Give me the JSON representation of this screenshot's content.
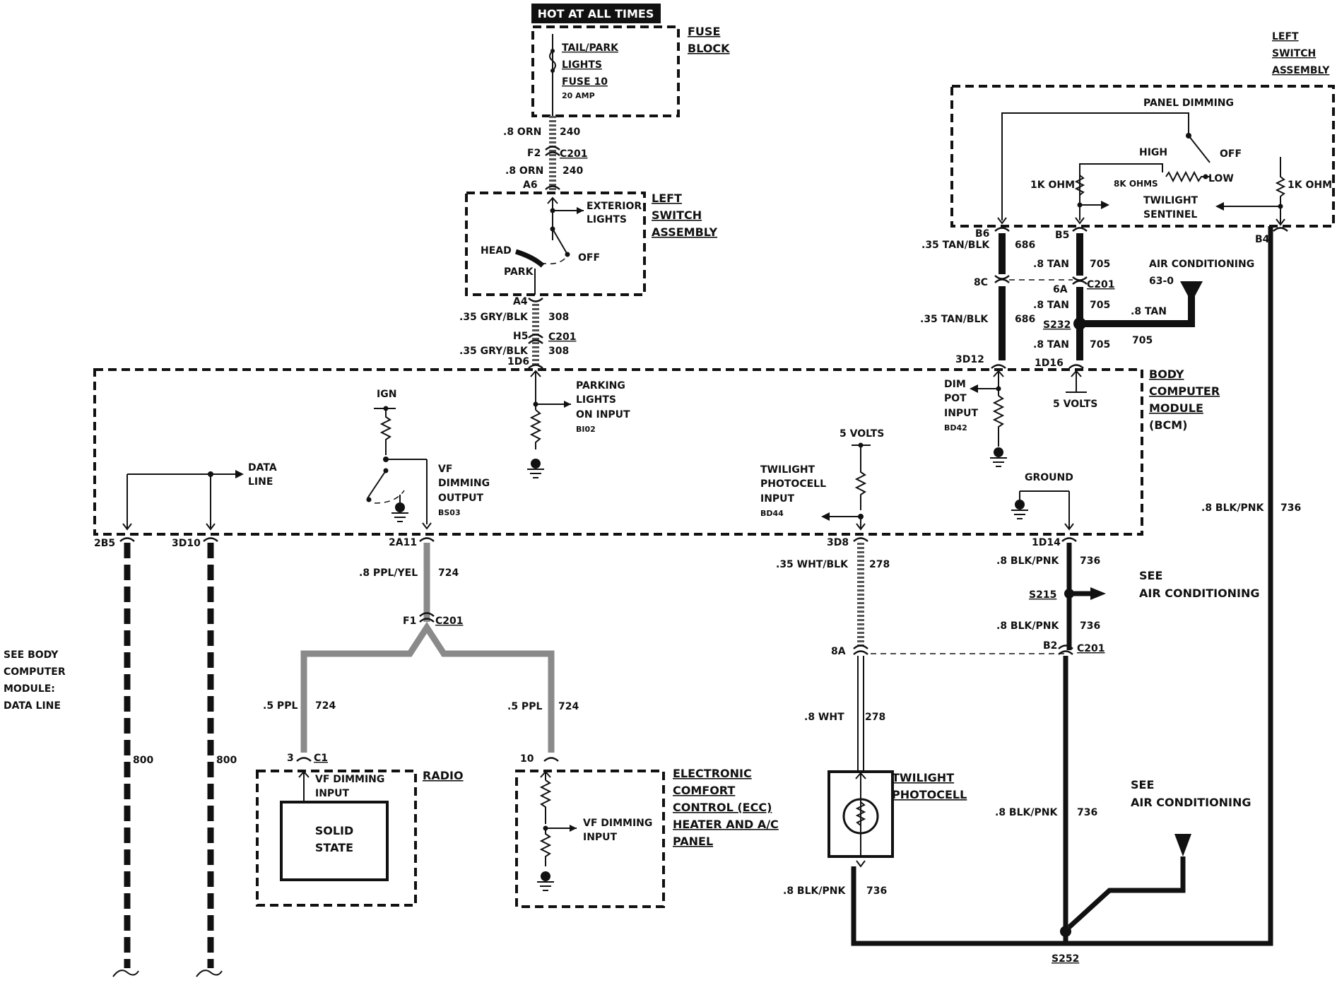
{
  "fuse": {
    "header": "HOT AT ALL TIMES",
    "name_line1": "TAIL/PARK",
    "name_line2": "LIGHTS",
    "fuse_id": "FUSE 10",
    "rating": "20 AMP",
    "block_line1": "FUSE",
    "block_line2": "BLOCK"
  },
  "headlamp_switch": {
    "title_line1": "LEFT",
    "title_line2": "SWITCH",
    "title_line3": "ASSEMBLY",
    "exterior_line1": "EXTERIOR",
    "exterior_line2": "LIGHTS",
    "head": "HEAD",
    "park": "PARK",
    "off": "OFF"
  },
  "dimming_switch": {
    "title_line1": "LEFT",
    "title_line2": "SWITCH",
    "title_line3": "ASSEMBLY",
    "panel_dimming": "PANEL DIMMING",
    "high": "HIGH",
    "off": "OFF",
    "low": "LOW",
    "r_left": "1K OHM",
    "r_mid": "8K OHMS",
    "r_right": "1K OHM",
    "twilight_line1": "TWILIGHT",
    "twilight_line2": "SENTINEL"
  },
  "bcm": {
    "title_line1": "BODY",
    "title_line2": "COMPUTER",
    "title_line3": "MODULE",
    "title_line4": "(BCM)",
    "parking_line1": "PARKING",
    "parking_line2": "LIGHTS",
    "parking_line3": "ON INPUT",
    "parking_line4": "BI02",
    "ign": "IGN",
    "data_line1": "DATA",
    "data_line2": "LINE",
    "vf_line1": "VF",
    "vf_line2": "DIMMING",
    "vf_line3": "OUTPUT",
    "vf_line4": "BS03",
    "dim_line1": "DIM",
    "dim_line2": "POT",
    "dim_line3": "INPUT",
    "dim_line4": "BD42",
    "five_volts_a": "5 VOLTS",
    "five_volts_b": "5 VOLTS",
    "photo_line1": "TWILIGHT",
    "photo_line2": "PHOTOCELL",
    "photo_line3": "INPUT",
    "photo_line4": "BD44",
    "ground": "GROUND"
  },
  "side_note": {
    "line1": "SEE BODY",
    "line2": "COMPUTER",
    "line3": "MODULE:",
    "line4": "DATA LINE"
  },
  "radio": {
    "title": "RADIO",
    "input_line1": "VF DIMMING",
    "input_line2": "INPUT",
    "inner_line1": "SOLID",
    "inner_line2": "STATE"
  },
  "ecc": {
    "title_line1": "ELECTRONIC",
    "title_line2": "COMFORT",
    "title_line3": "CONTROL (ECC)",
    "title_line4": "HEATER AND A/C",
    "title_line5": "PANEL",
    "input_line1": "VF DIMMING",
    "input_line2": "INPUT"
  },
  "photocell": {
    "title_line1": "TWILIGHT",
    "title_line2": "PHOTOCELL"
  },
  "see_ac": {
    "title": "AIR CONDITIONING",
    "title_code": "63-0",
    "see": "SEE",
    "ac1": "AIR CONDITIONING",
    "ac2": "AIR CONDITIONING"
  },
  "wires": {
    "w240_color": ".8 ORN",
    "w240_num": "240",
    "w240b_color": ".8 ORN",
    "w240b_num": "240",
    "w308_color": ".35 GRY/BLK",
    "w308_num": "308",
    "w308b_color": ".35 GRY/BLK",
    "w308b_num": "308",
    "w724_color": ".8 PPL/YEL",
    "w724_num": "724",
    "w724l_color": ".5 PPL",
    "w724l_num": "724",
    "w724r_color": ".5 PPL",
    "w724r_num": "724",
    "w800a": "800",
    "w800b": "800",
    "w686_color": ".35 TAN/BLK",
    "w686_num": "686",
    "w686b_color": ".35 TAN/BLK",
    "w686b_num": "686",
    "w705_color": ".8 TAN",
    "w705_num": "705",
    "w705b_color": ".8 TAN",
    "w705b_num": "705",
    "w705c_color": ".8 TAN",
    "w705c_num": "705",
    "w705d_color": ".8 TAN",
    "w705d_num": "705",
    "w278_color": ".35 WHT/BLK",
    "w278_num": "278",
    "w278b_color": ".8 WHT",
    "w278b_num": "278",
    "w736a_color": ".8 BLK/PNK",
    "w736a_num": "736",
    "w736b_color": ".8 BLK/PNK",
    "w736b_num": "736",
    "w736c_color": ".8 BLK/PNK",
    "w736c_num": "736",
    "w736d_color": ".8 BLK/PNK",
    "w736d_num": "736",
    "w736e_color": ".8 BLK/PNK",
    "w736e_num": "736"
  },
  "connectors": {
    "F2": "F2",
    "C201_a": "C201",
    "A6": "A6",
    "A4": "A4",
    "H5": "H5",
    "C201_b": "C201",
    "1D6": "1D6",
    "2B5": "2B5",
    "3D10": "3D10",
    "2A11": "2A11",
    "F1": "F1",
    "C201_c": "C201",
    "3": "3",
    "C1": "C1",
    "10": "10",
    "B6": "B6",
    "B5": "B5",
    "B4": "B4",
    "8C": "8C",
    "6A": "6A",
    "C201_d": "C201",
    "3D12": "3D12",
    "1D16": "1D16",
    "3D8": "3D8",
    "1D14": "1D14",
    "8A": "8A",
    "B2": "B2",
    "C201_e": "C201",
    "S232": "S232",
    "S215": "S215",
    "S252": "S252"
  }
}
